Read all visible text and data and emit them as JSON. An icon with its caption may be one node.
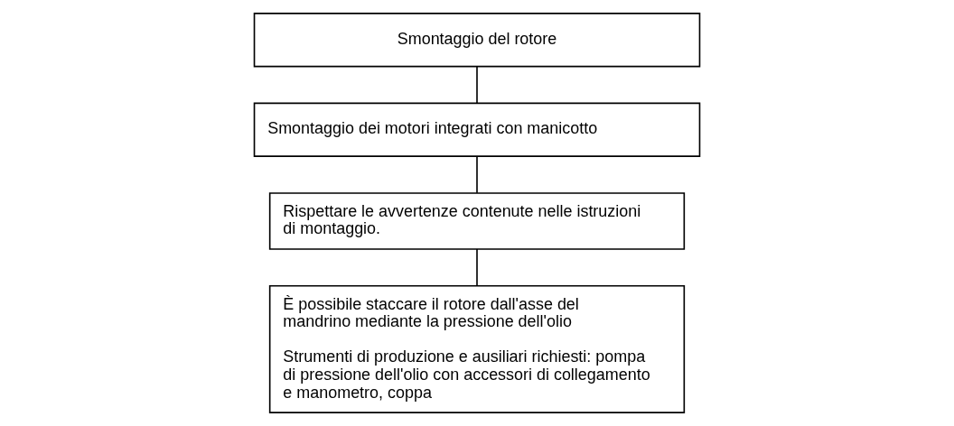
{
  "diagram": {
    "nodes": [
      {
        "text": [
          "Smontaggio del rotore"
        ]
      },
      {
        "text": [
          "Smontaggio dei motori integrati con manicotto"
        ]
      },
      {
        "text": [
          "Rispettare le avvertenze contenute nelle istruzioni di montaggio."
        ]
      },
      {
        "text": [
          "È possibile staccare il rotore dall'asse del mandrino mediante la pressione dell'olio",
          "Strumenti di produzione e ausiliari richiesti: pompa di pressione dell'olio con accessori di collegamento e manometro, coppa"
        ]
      }
    ],
    "edges": [
      {
        "from": 0,
        "to": 1,
        "arrow": "none"
      },
      {
        "from": 1,
        "to": 2,
        "arrow": "none"
      },
      {
        "from": 2,
        "to": 3,
        "arrow": "none"
      }
    ]
  }
}
